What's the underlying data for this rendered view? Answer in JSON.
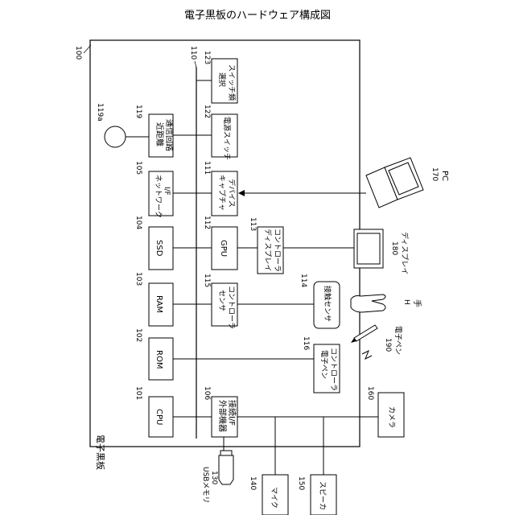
{
  "title": "電子黒板のハードウェア構成図",
  "board": {
    "ref": "100",
    "label": "電子黒板"
  },
  "bus": {
    "ref": "110"
  },
  "blocks": {
    "cpu": {
      "ref": "101",
      "label": "CPU"
    },
    "rom": {
      "ref": "102",
      "label": "ROM"
    },
    "ram": {
      "ref": "103",
      "label": "RAM"
    },
    "ssd": {
      "ref": "104",
      "label": "SSD"
    },
    "network_if": {
      "ref": "105",
      "label": [
        "ネットワーク",
        "I/F"
      ]
    },
    "ext_if": {
      "ref": "106",
      "label": [
        "外部機器",
        "接続I/F"
      ]
    },
    "capture": {
      "ref": "111",
      "label": [
        "キャプチャ",
        "デバイス"
      ]
    },
    "gpu": {
      "ref": "112",
      "label": "GPU"
    },
    "display_ctrl": {
      "ref": "113",
      "label": [
        "ディスプレイ",
        "コントローラ"
      ]
    },
    "contact_sensor": {
      "ref": "114",
      "label": "接触センサ"
    },
    "sensor_ctrl": {
      "ref": "115",
      "label": [
        "センサ",
        "コントローラ"
      ]
    },
    "pen_ctrl": {
      "ref": "116",
      "label": [
        "電子ペン",
        "コントローラ"
      ]
    },
    "nfc": {
      "ref": "119",
      "label": [
        "近距離",
        "通信回路"
      ]
    },
    "antenna": {
      "ref": "119a"
    },
    "power_switch": {
      "ref": "122",
      "label": "電源スイッチ"
    },
    "select_switch": {
      "ref": "123",
      "label": [
        "選択",
        "スイッチ類"
      ]
    }
  },
  "external": {
    "usb": {
      "ref": "130",
      "label": "USBメモリ"
    },
    "mic": {
      "ref": "140",
      "label": "マイク"
    },
    "speaker": {
      "ref": "150",
      "label": "スピーカ"
    },
    "camera": {
      "ref": "160",
      "label": "カメラ"
    },
    "pc": {
      "ref": "170",
      "label": "PC"
    },
    "display": {
      "ref": "180",
      "label": "ディスプレイ"
    },
    "hand": {
      "ref": "H",
      "label": "手"
    },
    "pen": {
      "ref": "190",
      "label": "電子ペン"
    }
  }
}
